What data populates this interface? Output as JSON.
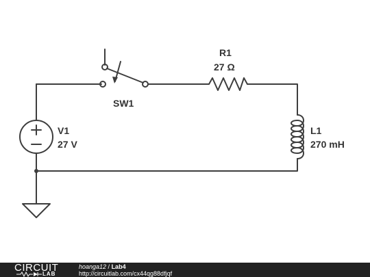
{
  "components": {
    "switch": {
      "ref": "SW1"
    },
    "resistor": {
      "ref": "R1",
      "value": "27 Ω"
    },
    "source": {
      "ref": "V1",
      "value": "27 V"
    },
    "inductor": {
      "ref": "L1",
      "value": "270 mH"
    }
  },
  "footer": {
    "logo_circuit": "CIRCUIT",
    "logo_lab": "LAB",
    "user": "hoanga12",
    "separator": " / ",
    "project": "Lab4",
    "url": "http://circuitlab.com/cx44qg88dfjqf"
  },
  "colors": {
    "wire": "#3d3d3d",
    "footer_bg": "#222222"
  }
}
